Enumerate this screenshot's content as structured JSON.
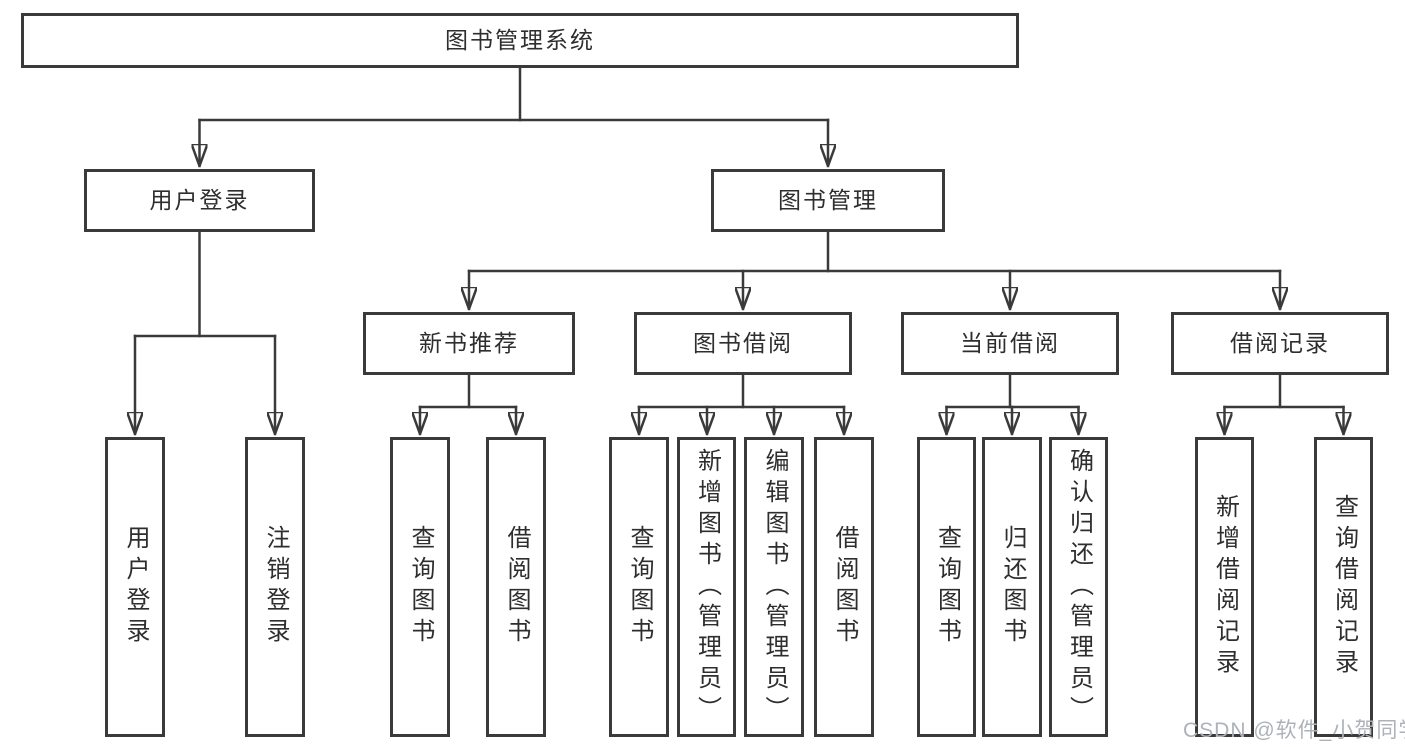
{
  "tree": {
    "root": "图书管理系统",
    "branches": [
      {
        "label": "用户登录",
        "children": [
          {
            "label": "用户登录"
          },
          {
            "label": "注销登录"
          }
        ]
      },
      {
        "label": "图书管理",
        "children": [
          {
            "label": "新书推荐",
            "children": [
              {
                "label": "查询图书"
              },
              {
                "label": "借阅图书"
              }
            ]
          },
          {
            "label": "图书借阅",
            "children": [
              {
                "label": "查询图书"
              },
              {
                "label": "新增图书（管理员）"
              },
              {
                "label": "编辑图书（管理员）"
              },
              {
                "label": "借阅图书"
              }
            ]
          },
          {
            "label": "当前借阅",
            "children": [
              {
                "label": "查询图书"
              },
              {
                "label": "归还图书"
              },
              {
                "label": "确认归还（管理员）"
              }
            ]
          },
          {
            "label": "借阅记录",
            "children": [
              {
                "label": "新增借阅记录"
              },
              {
                "label": "查询借阅记录"
              }
            ]
          }
        ]
      }
    ]
  },
  "watermark": {
    "text": "CSDN @软件_小贺同学"
  },
  "colors": {
    "line": "#3a3a3a",
    "text": "#2e2e2e",
    "background": "#ffffff",
    "watermark": "#adb2ba"
  }
}
